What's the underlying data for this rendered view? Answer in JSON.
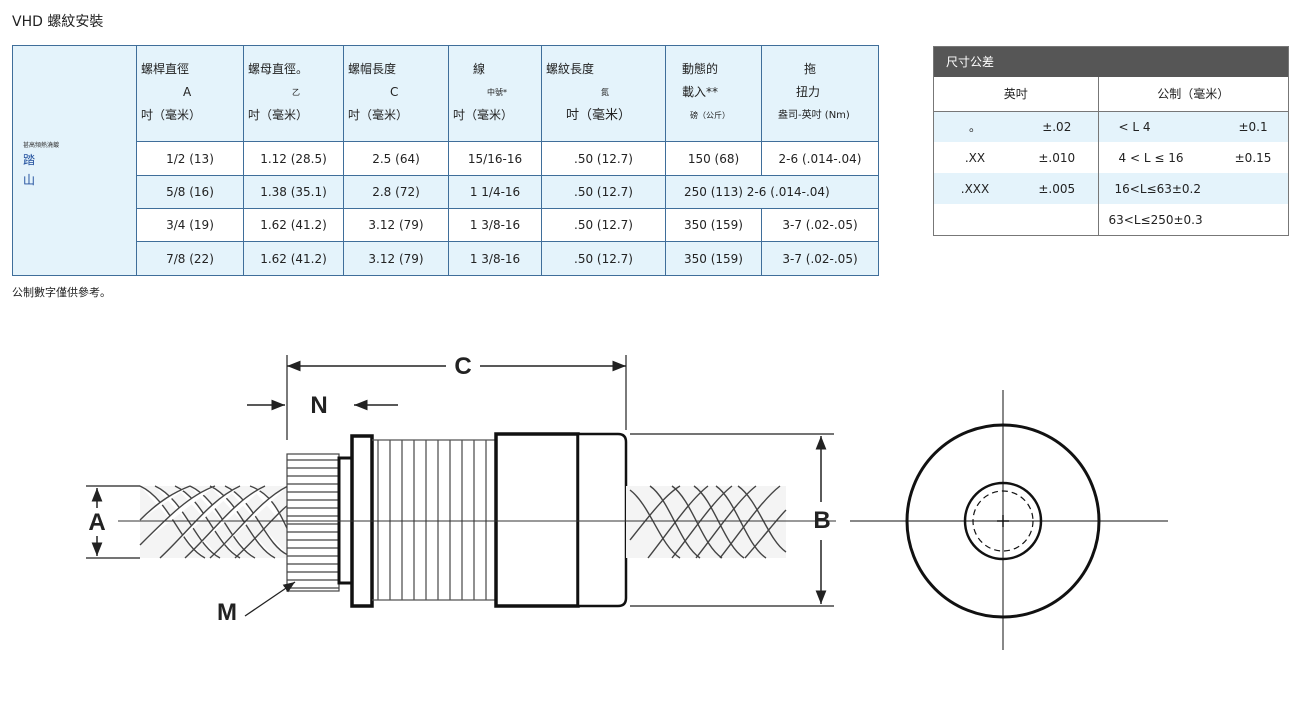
{
  "page_title": "VHD 螺紋安裝",
  "spec_table": {
    "side": {
      "tiny": "甚高頻熱澆鍍",
      "line1": "踏",
      "line2": "山"
    },
    "headers": [
      {
        "lines": [
          "螺桿直徑",
          "A",
          "吋（毫米）"
        ]
      },
      {
        "lines": [
          "螺母直徑。",
          "乙",
          "吋（毫米）"
        ]
      },
      {
        "lines": [
          "螺帽長度",
          "C",
          "吋（毫米）"
        ]
      },
      {
        "lines": [
          "線",
          "中號*",
          "吋（毫米）"
        ]
      },
      {
        "lines": [
          "螺紋長度",
          "氮",
          "吋（毫米）"
        ]
      },
      {
        "lines": [
          "動態的",
          "載入**",
          "磅（公斤）"
        ]
      },
      {
        "lines": [
          "拖",
          "扭力",
          "盎司-英吋 (Nm)"
        ]
      }
    ],
    "rows": [
      [
        "1/2 (13)",
        "1.12 (28.5)",
        "2.5 (64)",
        "15/16-16",
        ".50 (12.7)",
        "150 (68)",
        "2-6 (.014-.04)"
      ],
      [
        "5/8 (16)",
        "1.38 (35.1)",
        "2.8 (72)",
        "1 1/4-16",
        ".50 (12.7)",
        "250 (113) 2-6 (.014-.04)",
        ""
      ],
      [
        "3/4 (19)",
        "1.62 (41.2)",
        "3.12 (79)",
        "1 3/8-16",
        ".50 (12.7)",
        "350 (159)",
        "3-7 (.02-.05)"
      ],
      [
        "7/8 (22)",
        "1.62 (41.2)",
        "3.12 (79)",
        "1 3/8-16",
        ".50 (12.7)",
        "350 (159)",
        "3-7 (.02-.05)"
      ]
    ]
  },
  "note": "公制數字僅供參考。",
  "tolerance": {
    "title": "尺寸公差",
    "head_inch": "英吋",
    "head_metric": "公制（毫米）",
    "rows": [
      [
        "。",
        "±.02",
        "< L 4",
        "±0.1"
      ],
      [
        ".XX",
        "±.010",
        "4 < L ≤ 16",
        "±0.15"
      ],
      [
        ".XXX",
        "±.005",
        "16<L≤63±0.2",
        ""
      ],
      [
        "",
        "",
        "63<L≤250±0.3",
        ""
      ]
    ]
  },
  "diagram": {
    "label_a": "A",
    "label_b": "B",
    "label_c": "C",
    "label_n": "N",
    "label_m": "M"
  }
}
